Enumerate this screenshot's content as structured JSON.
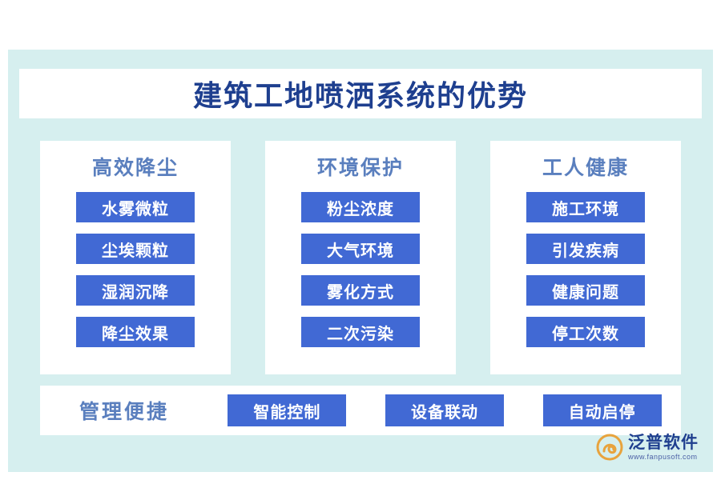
{
  "title": "建筑工地喷洒系统的优势",
  "columns": [
    {
      "head": "高效降尘",
      "items": [
        "水雾微粒",
        "尘埃颗粒",
        "湿润沉降",
        "降尘效果"
      ]
    },
    {
      "head": "环境保护",
      "items": [
        "粉尘浓度",
        "大气环境",
        "雾化方式",
        "二次污染"
      ]
    },
    {
      "head": "工人健康",
      "items": [
        "施工环境",
        "引发疾病",
        "健康问题",
        "停工次数"
      ]
    }
  ],
  "bottom": {
    "head": "管理便捷",
    "items": [
      "智能控制",
      "设备联动",
      "自动启停"
    ]
  },
  "logo": {
    "name_cn": "泛普软件",
    "name_en": "www.fanpusoft.com"
  },
  "colors": {
    "board_bg": "#d6efef",
    "chip_bg": "#4169d4",
    "title_color": "#1e3f8f",
    "head_color": "#5a7fbe"
  }
}
